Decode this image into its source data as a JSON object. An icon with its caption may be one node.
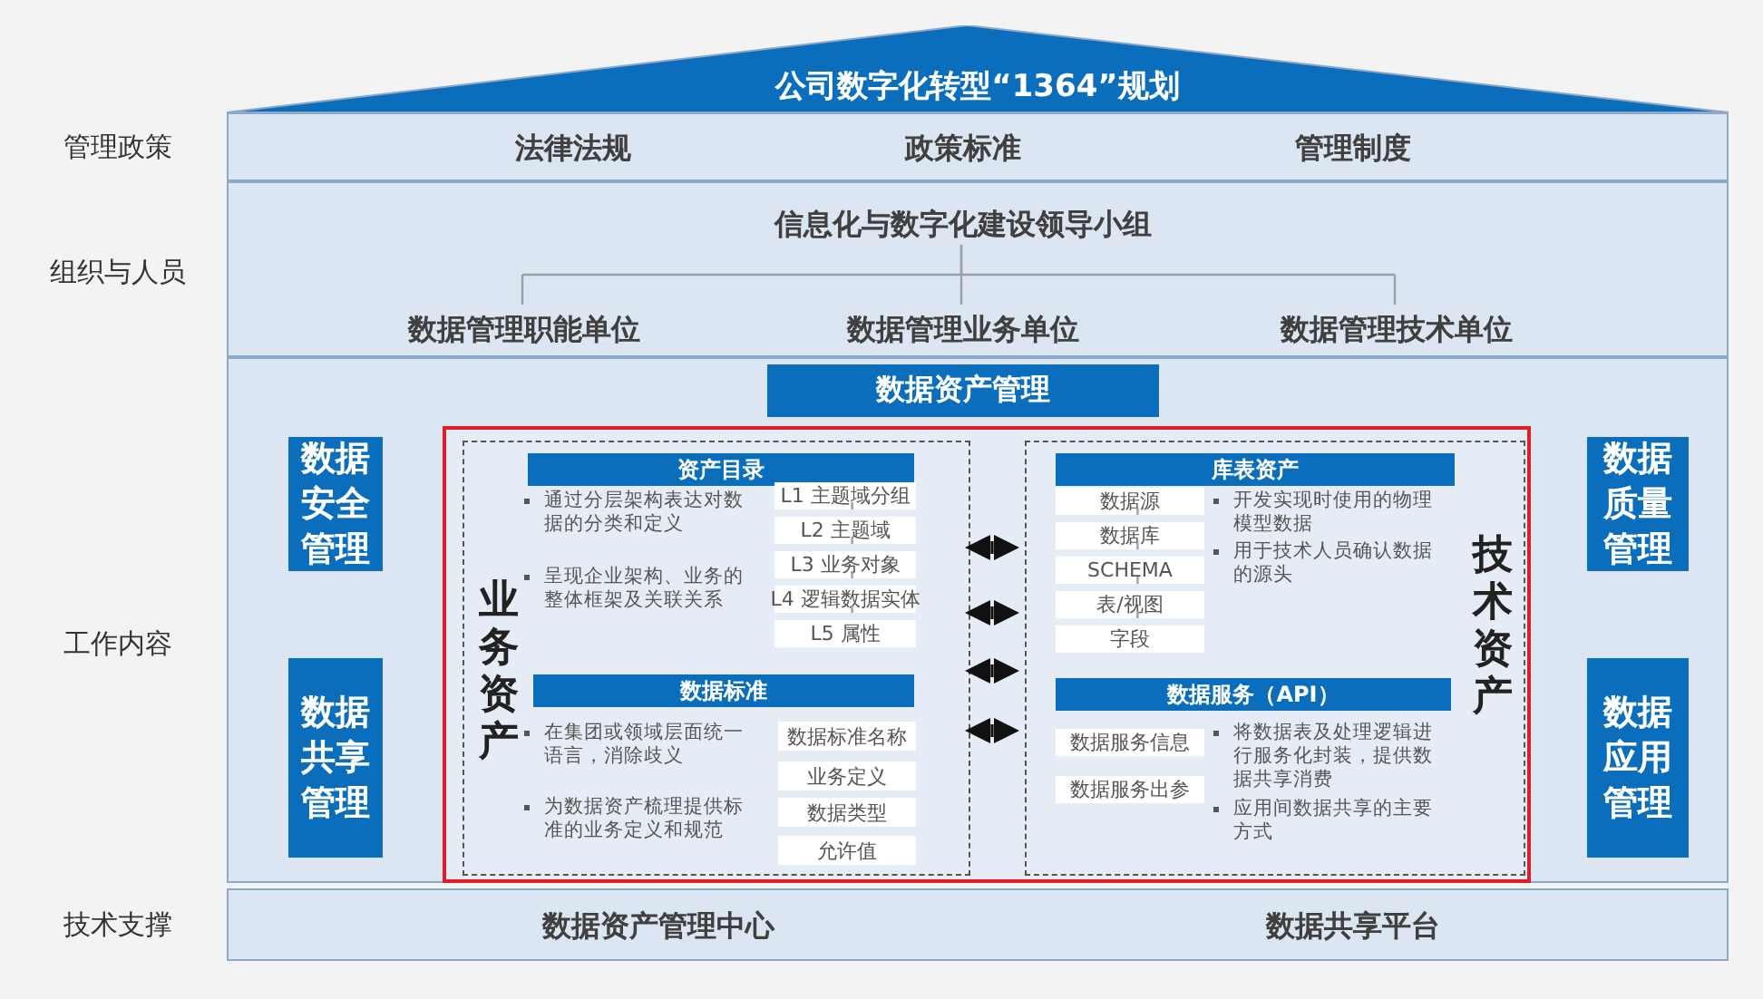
{
  "diagram": {
    "title": "公司数字化转型“1364”规划",
    "nodes": [
      {
        "text": [],
        "shape": "triangle"
      },
      {
        "text": [
          "法律法规",
          "政策标准",
          "管理制度"
        ],
        "beside": [
          "管理政策"
        ]
      },
      {
        "text": [],
        "shape": "box",
        "beside": [
          "组织与人员"
        ]
      },
      {
        "text": [
          "信息化与数字化建设领导小组"
        ],
        "in": 2
      },
      {
        "text": [
          "数据管理职能单位"
        ],
        "in": 2
      },
      {
        "text": [
          "数据管理业务单位"
        ],
        "in": 2
      },
      {
        "text": [
          "数据管理技术单位"
        ],
        "in": 2
      },
      {
        "text": [],
        "shape": "box",
        "beside": [
          "工作内容"
        ]
      },
      {
        "text": [
          "数据资产管理"
        ],
        "in": 7
      },
      {
        "text": [
          "数据安全管理"
        ],
        "in": 7
      },
      {
        "text": [
          "数据共享管理"
        ],
        "in": 7
      },
      {
        "text": [
          "数据质量管理"
        ],
        "in": 7
      },
      {
        "text": [
          "数据应用管理"
        ],
        "in": 7
      },
      {
        "text": [],
        "shape": "box",
        "in": 7
      },
      {
        "text": [
          "业务资产"
        ],
        "in": 13
      },
      {
        "text": [
          "资产目录"
        ],
        "in": 14
      },
      {
        "text": [
          "L1 主题域分组"
        ],
        "in": 14
      },
      {
        "text": [
          "L2 主题域"
        ],
        "in": 14
      },
      {
        "text": [
          "L3 业务对象"
        ],
        "in": 14
      },
      {
        "text": [
          "L4 逻辑数据实体"
        ],
        "in": 14
      },
      {
        "text": [
          "L5 属性"
        ],
        "in": 14
      },
      {
        "text": [
          "数据标准"
        ],
        "in": 14
      },
      {
        "text": [
          "数据标准名称"
        ],
        "in": 14
      },
      {
        "text": [
          "业务定义"
        ],
        "in": 14
      },
      {
        "text": [
          "数据类型"
        ],
        "in": 14
      },
      {
        "text": [
          "允许值"
        ],
        "in": 14
      },
      {
        "text": [
          "技术资产"
        ],
        "in": 13
      },
      {
        "text": [
          "库表资产"
        ],
        "in": 26
      },
      {
        "text": [
          "数据源"
        ],
        "in": 26
      },
      {
        "text": [
          "数据库"
        ],
        "in": 26
      },
      {
        "text": [
          "SCHEMA"
        ],
        "in": 26
      },
      {
        "text": [
          "表/视图"
        ],
        "in": 26
      },
      {
        "text": [
          "字段"
        ],
        "in": 26
      },
      {
        "text": [
          "数据服务（API）"
        ],
        "in": 26
      },
      {
        "text": [
          "数据服务信息"
        ],
        "in": 26
      },
      {
        "text": [
          "数据服务出参"
        ],
        "in": 26
      },
      {
        "text": [
          "数据资产管理中心",
          "数据共享平台"
        ],
        "beside": [
          "技术支撑"
        ]
      }
    ],
    "edges": [
      {
        "from": 3,
        "to": 4,
        "arrow": "none"
      },
      {
        "from": 3,
        "to": 5,
        "arrow": "none"
      },
      {
        "from": 3,
        "to": 6,
        "arrow": "none"
      },
      {
        "from": 16,
        "to": 17,
        "arrow": "none"
      },
      {
        "from": 17,
        "to": 18,
        "arrow": "none"
      },
      {
        "from": 18,
        "to": 19,
        "arrow": "none"
      },
      {
        "from": 19,
        "to": 20,
        "arrow": "none"
      },
      {
        "from": 28,
        "to": 29,
        "arrow": "none"
      },
      {
        "from": 29,
        "to": 30,
        "arrow": "none"
      },
      {
        "from": 30,
        "to": 31,
        "arrow": "none"
      },
      {
        "from": 31,
        "to": 32,
        "arrow": "none"
      },
      {
        "from": 14,
        "to": 26,
        "arrow": "both",
        "style": "thick",
        "color": "#111111"
      },
      {
        "from": 14,
        "to": 26,
        "arrow": "both",
        "style": "thick",
        "color": "#111111"
      },
      {
        "from": 14,
        "to": 26,
        "arrow": "both",
        "style": "thick",
        "color": "#111111"
      },
      {
        "from": 14,
        "to": 26,
        "arrow": "both",
        "style": "thick",
        "color": "#111111"
      }
    ],
    "labels": [
      "通过分层架构表达对数据的分类和定义",
      "呈现企业架构、业务的整体框架及关联关系",
      "在集团或领域层面统一语言，消除歧义",
      "为数据资产梳理提供标准的业务定义和规范",
      "开发实现时使用的物理模型数据",
      "用于技术人员确认数据的源头",
      "将数据表及处理逻辑进行服务化封装，提供数据共享消费",
      "应用间数据共享的主要方式"
    ]
  }
}
